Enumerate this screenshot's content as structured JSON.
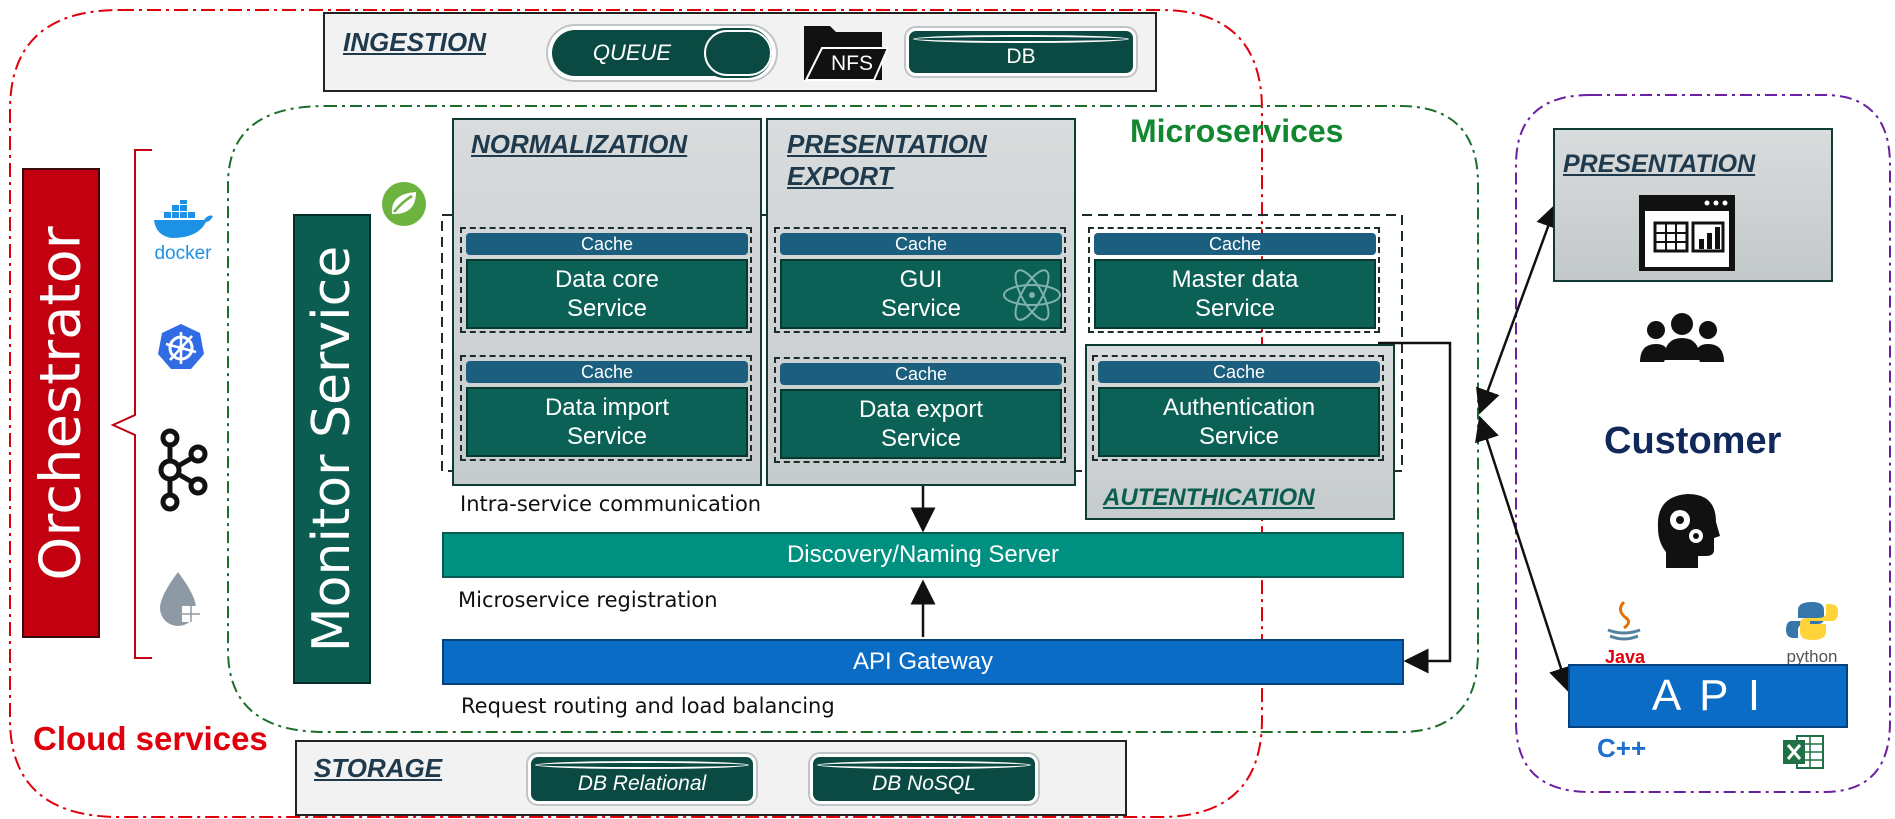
{
  "cloud": {
    "label": "Cloud services",
    "label_color": "#e0000b"
  },
  "orchestrator": {
    "label": "Orchestrator",
    "color": "#c30010"
  },
  "tools": {
    "docker_label": "docker",
    "icons": [
      "docker-icon",
      "kubernetes-icon",
      "kafka-icon",
      "droplet-icon"
    ]
  },
  "monitor": {
    "label": "Monitor Service",
    "color": "#0b5d52"
  },
  "ingestion": {
    "title": "INGESTION",
    "queue": "QUEUE",
    "nfs": "NFS",
    "db": "DB"
  },
  "microservices": {
    "title": "Microservices",
    "title_color": "#12872f"
  },
  "normalization": {
    "title": "NORMALIZATION"
  },
  "presentation_export": {
    "title_line1": "PRESENTATION",
    "title_line2": "EXPORT"
  },
  "authentication": {
    "title": "AUTENTHICATION"
  },
  "services": {
    "cache": "Cache",
    "data_core": {
      "line1": "Data core",
      "line2": "Service"
    },
    "data_import": {
      "line1": "Data import",
      "line2": "Service"
    },
    "gui": {
      "line1": "GUI",
      "line2": "Service"
    },
    "data_export": {
      "line1": "Data export",
      "line2": "Service"
    },
    "master_data": {
      "line1": "Master data",
      "line2": "Service"
    },
    "auth": {
      "line1": "Authentication",
      "line2": "Service"
    }
  },
  "notes": {
    "intra": "Intra-service communication",
    "registration": "Microservice registration",
    "routing": "Request routing and load balancing"
  },
  "discovery": {
    "label": "Discovery/Naming Server",
    "color": "#009080"
  },
  "gateway": {
    "label": "API Gateway",
    "color": "#0b6cc5"
  },
  "storage": {
    "title": "STORAGE",
    "db_relational": "DB Relational",
    "db_nosql": "DB NoSQL"
  },
  "customer": {
    "presentation_title": "PRESENTATION",
    "label": "Customer",
    "label_color": "#10285a",
    "api": "A P I",
    "java": "Java",
    "python": "python",
    "cpp": "C++"
  }
}
